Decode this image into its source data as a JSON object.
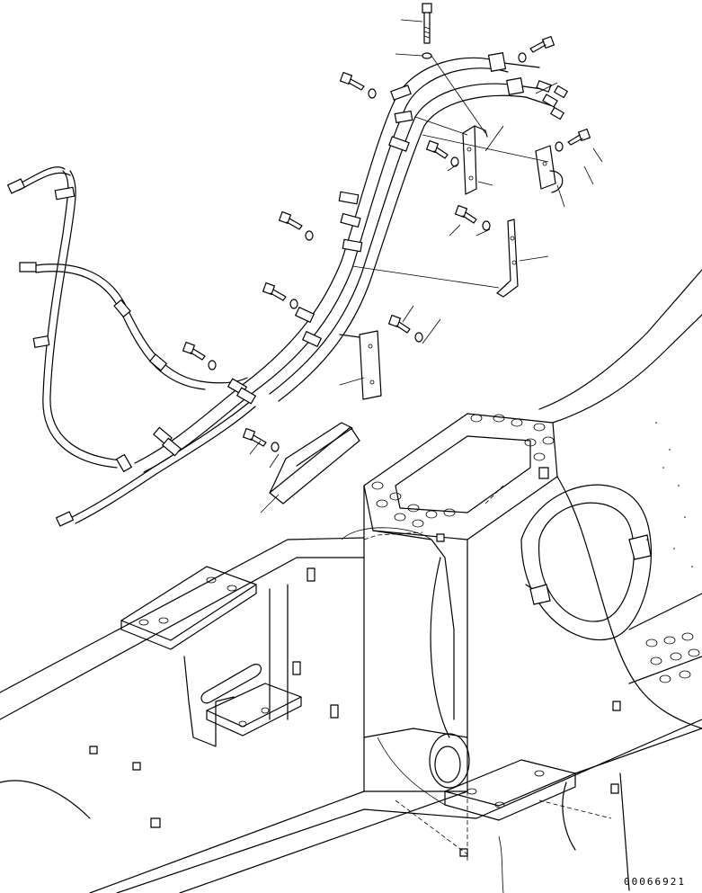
{
  "drawing_number": "00066921",
  "parts": {
    "hose_harness": "hose-bundle",
    "clamps": "clamp",
    "bolts": "bolt",
    "washers": "washer",
    "brackets": "bracket",
    "cover_plate": "cover-plate",
    "frame": "revolving-frame"
  }
}
